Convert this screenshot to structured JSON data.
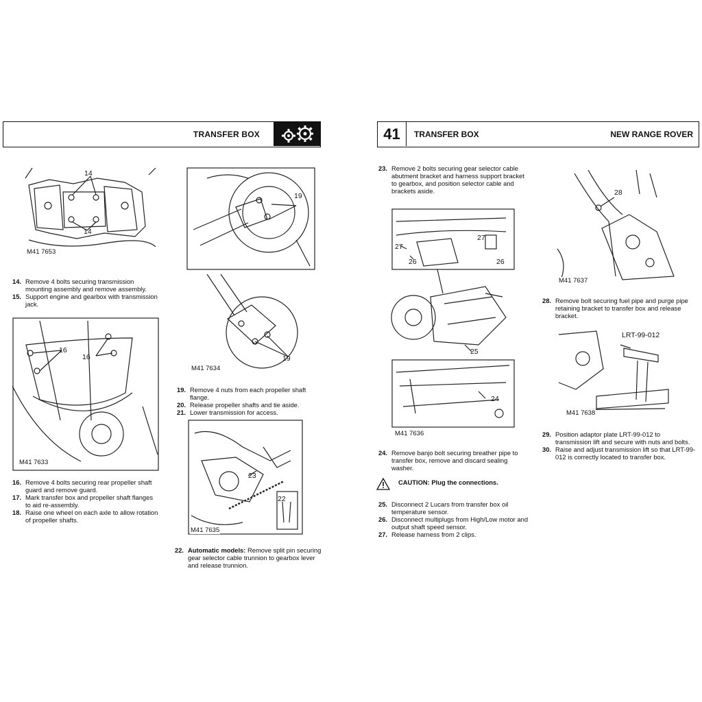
{
  "left_page": {
    "header_title": "TRANSFER BOX",
    "figures": [
      {
        "ref": "M41 7653",
        "callouts": [
          "14",
          "14"
        ]
      },
      {
        "ref": "M41 7633",
        "callouts": [
          "16",
          "16"
        ]
      },
      {
        "ref": "M41 7634",
        "callouts": [
          "19",
          "19"
        ]
      },
      {
        "ref": "M41 7635",
        "callouts": [
          "23",
          "22"
        ]
      }
    ],
    "steps_a": [
      {
        "num": "14.",
        "text": "Remove 4 bolts securing transmission mounting assembly and remove assembly."
      },
      {
        "num": "15.",
        "text": "Support engine and gearbox with transmission jack."
      }
    ],
    "steps_b": [
      {
        "num": "16.",
        "text": "Remove 4 bolts securing rear propeller shaft guard and remove guard."
      },
      {
        "num": "17.",
        "text": "Mark transfer box and propeller shaft flanges to aid re-assembly."
      },
      {
        "num": "18.",
        "text": "Raise one wheel on each axle to allow rotation of propeller shafts."
      }
    ],
    "steps_c": [
      {
        "num": "19.",
        "text": "Remove 4 nuts from each propeller shaft flange."
      },
      {
        "num": "20.",
        "text": "Release propeller shafts and tie aside."
      },
      {
        "num": "21.",
        "text": "Lower transmission for access."
      }
    ],
    "steps_d": [
      {
        "num": "22.",
        "lead": "Automatic models:",
        "text": " Remove split pin securing gear selector cable trunnion to gearbox lever and release trunnion."
      }
    ]
  },
  "right_page": {
    "section_number": "41",
    "header_title": "TRANSFER BOX",
    "header_model": "NEW RANGE ROVER",
    "figures": [
      {
        "ref": "M41 7636",
        "callouts": [
          "27",
          "26",
          "27",
          "26",
          "25",
          "24"
        ]
      },
      {
        "ref": "M41 7637",
        "callouts": [
          "28"
        ]
      },
      {
        "ref": "M41 7638",
        "callouts": [
          "LRT-99-012"
        ]
      }
    ],
    "steps_a": [
      {
        "num": "23.",
        "text": "Remove 2 bolts securing gear selector cable abutment bracket and harness support bracket to gearbox, and position selector cable and brackets aside."
      }
    ],
    "steps_b": [
      {
        "num": "24.",
        "text": "Remove banjo bolt securing breather pipe to transfer box, remove and discard sealing washer."
      }
    ],
    "caution": "CAUTION: Plug the connections.",
    "steps_c": [
      {
        "num": "25.",
        "text": "Disconnect 2 Lucars from transfer box oil temperature sensor."
      },
      {
        "num": "26.",
        "text": "Disconnect multiplugs from High/Low motor and output shaft speed sensor."
      },
      {
        "num": "27.",
        "text": "Release harness from 2 clips."
      }
    ],
    "steps_d": [
      {
        "num": "28.",
        "text": "Remove bolt securing fuel pipe and purge pipe retaining bracket to transfer box and release bracket."
      }
    ],
    "steps_e": [
      {
        "num": "29.",
        "text": "Position adaptor plate LRT-99-012 to transmission lift and secure with nuts and bolts."
      },
      {
        "num": "30.",
        "text": "Raise and adjust transmission lift so that LRT-99-012 is correctly located to transfer box."
      }
    ]
  }
}
